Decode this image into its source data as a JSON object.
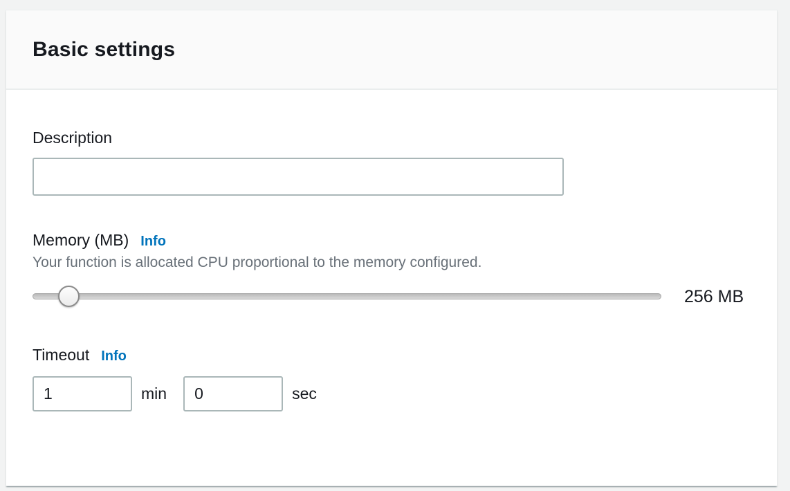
{
  "panel": {
    "title": "Basic settings"
  },
  "description": {
    "label": "Description",
    "value": "",
    "placeholder": ""
  },
  "memory": {
    "label": "Memory (MB)",
    "info_label": "Info",
    "help_text": "Your function is allocated CPU proportional to the memory configured.",
    "value_display": "256 MB",
    "slider_percent": 5.8
  },
  "timeout": {
    "label": "Timeout",
    "info_label": "Info",
    "minutes_value": "1",
    "minutes_unit": "min",
    "seconds_value": "0",
    "seconds_unit": "sec"
  },
  "colors": {
    "accent_link": "#0073bb",
    "text_primary": "#16191f",
    "text_secondary": "#687078",
    "input_border": "#aab7b8",
    "header_bg": "#fafafa",
    "page_bg": "#f2f3f3"
  }
}
